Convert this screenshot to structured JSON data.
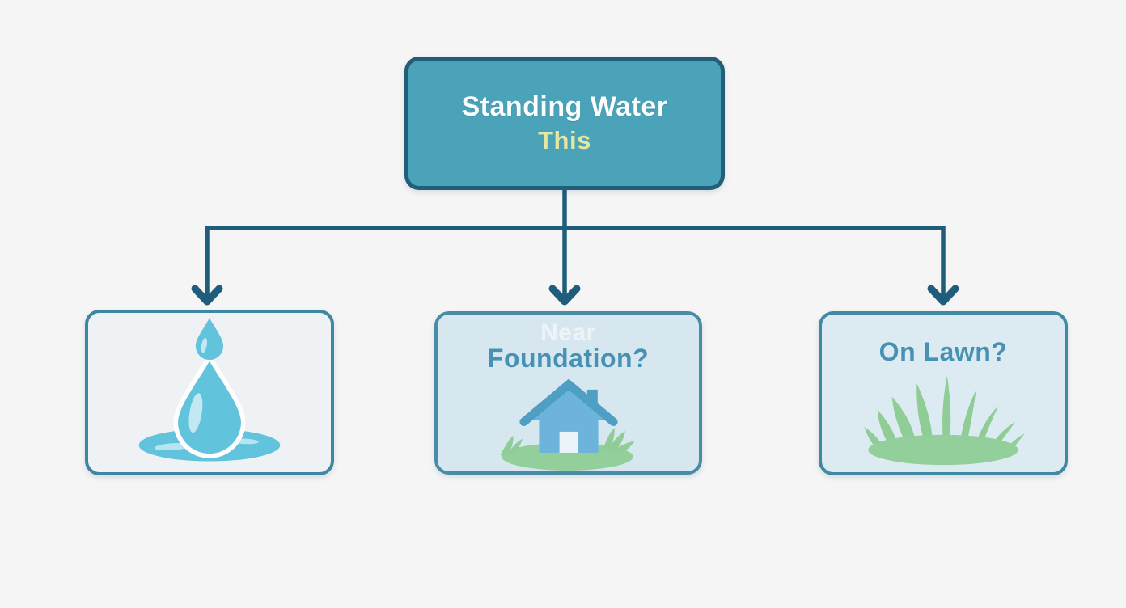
{
  "flowchart": {
    "root": {
      "title": "Standing Water",
      "subtitle": "This"
    },
    "branches": [
      {
        "ghost": "",
        "label": "",
        "icon": "water-drop-icon"
      },
      {
        "ghost": "Near",
        "label": "Foundation?",
        "icon": "house-icon"
      },
      {
        "ghost": "",
        "label": "On Lawn?",
        "icon": "grass-icon"
      }
    ]
  },
  "colors": {
    "canvas_bg": "#f5f5f6",
    "root_fill": "#4aa3b8",
    "root_border": "#235e79",
    "root_title": "#fbfdfd",
    "root_subtitle": "#e3e7a0",
    "connector": "#1f5d7c",
    "branch1_fill": "#eef2f5",
    "branch1_border": "#3d87a2",
    "branch2_fill": "#d6e7f0",
    "branch2_border": "#4a8ba5",
    "branch3_fill": "#dcebf2",
    "branch3_border": "#4088a4",
    "question_text": "#4792b4",
    "ghost_text": "rgba(255,255,255,0.55)",
    "water_blue": "#62c3dd",
    "water_highlight": "#c2e8f1",
    "house_body": "#6db4dc",
    "house_roof": "#4f9fc4",
    "house_door": "#eaf4f9",
    "grass_green": "#8fcc96",
    "grass_mound": "#93cf9a"
  }
}
